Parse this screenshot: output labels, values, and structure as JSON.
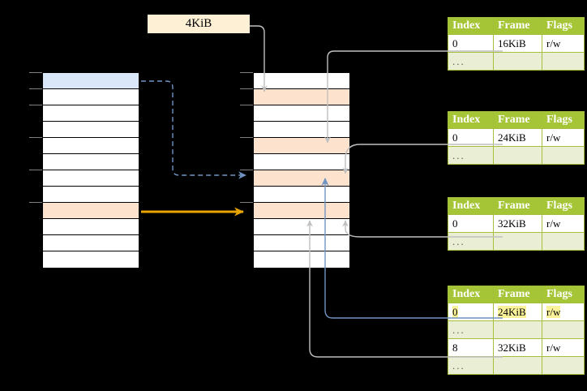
{
  "diagram": {
    "title_tag": {
      "label": "4KiB"
    },
    "colors": {
      "header_green": "#a6c536",
      "ellipsis_green": "#e9eed4",
      "highlight_yellow": "#fbf39a",
      "row_peach": "#fde3cd",
      "row_blue": "#d9e7f8",
      "arrow_orange": "#e8a400",
      "arrow_blue": "#6f94c4",
      "arrow_grey": "#bfbfbf"
    },
    "virtual_column": {
      "name": "virtual-address-space",
      "row_count": 12,
      "rows": [
        {
          "fill": "blue"
        },
        {
          "fill": "none"
        },
        {
          "fill": "none"
        },
        {
          "fill": "none"
        },
        {
          "fill": "none"
        },
        {
          "fill": "none"
        },
        {
          "fill": "none"
        },
        {
          "fill": "none"
        },
        {
          "fill": "peach"
        },
        {
          "fill": "none"
        },
        {
          "fill": "none"
        },
        {
          "fill": "none"
        }
      ]
    },
    "physical_column": {
      "name": "physical-memory",
      "row_count": 12,
      "rows": [
        {
          "fill": "none"
        },
        {
          "fill": "peach"
        },
        {
          "fill": "none"
        },
        {
          "fill": "none"
        },
        {
          "fill": "peach"
        },
        {
          "fill": "none"
        },
        {
          "fill": "peach"
        },
        {
          "fill": "none"
        },
        {
          "fill": "peach"
        },
        {
          "fill": "none"
        },
        {
          "fill": "none"
        },
        {
          "fill": "none"
        }
      ]
    },
    "page_tables": [
      {
        "name": "page-table-1",
        "headers": [
          "Index",
          "Frame",
          "Flags"
        ],
        "rows": [
          {
            "type": "entry",
            "index": "0",
            "frame": "16KiB",
            "flags": "r/w",
            "highlight": false
          },
          {
            "type": "ellipsis",
            "index": "...",
            "frame": "",
            "flags": "",
            "highlight": false
          }
        ]
      },
      {
        "name": "page-table-2",
        "headers": [
          "Index",
          "Frame",
          "Flags"
        ],
        "rows": [
          {
            "type": "entry",
            "index": "0",
            "frame": "24KiB",
            "flags": "r/w",
            "highlight": false
          },
          {
            "type": "ellipsis",
            "index": "...",
            "frame": "",
            "flags": "",
            "highlight": false
          }
        ]
      },
      {
        "name": "page-table-3",
        "headers": [
          "Index",
          "Frame",
          "Flags"
        ],
        "rows": [
          {
            "type": "entry",
            "index": "0",
            "frame": "32KiB",
            "flags": "r/w",
            "highlight": false
          },
          {
            "type": "ellipsis",
            "index": "...",
            "frame": "",
            "flags": "",
            "highlight": false
          }
        ]
      },
      {
        "name": "page-table-4",
        "headers": [
          "Index",
          "Frame",
          "Flags"
        ],
        "rows": [
          {
            "type": "entry",
            "index": "0",
            "frame": "24KiB",
            "flags": "r/w",
            "highlight": true
          },
          {
            "type": "ellipsis",
            "index": "...",
            "frame": "",
            "flags": "",
            "highlight": false
          },
          {
            "type": "entry",
            "index": "8",
            "frame": "32KiB",
            "flags": "r/w",
            "highlight": false
          },
          {
            "type": "ellipsis",
            "index": "...",
            "frame": "",
            "flags": "",
            "highlight": false
          }
        ]
      }
    ]
  }
}
